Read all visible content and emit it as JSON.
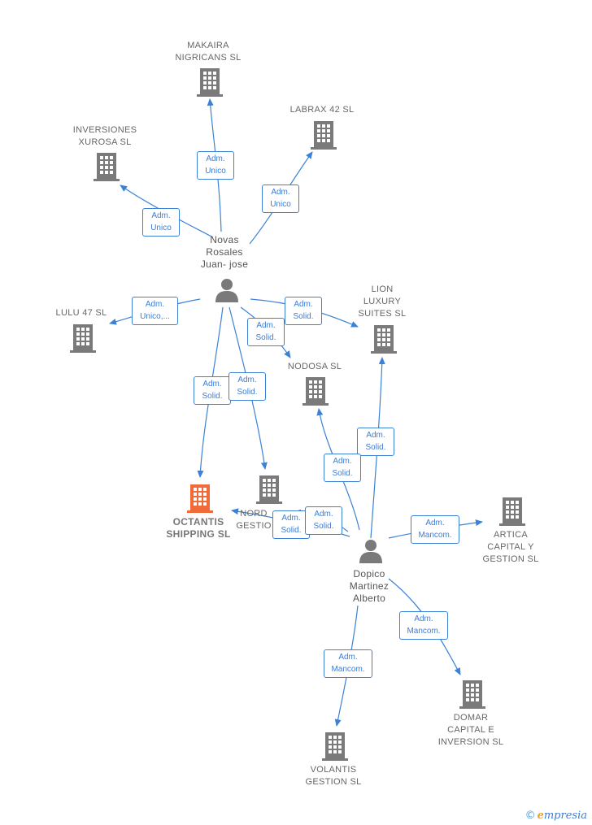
{
  "colors": {
    "edge": "#3b82d6",
    "building": "#7a7a7a",
    "focus": "#f06a3a",
    "person": "#7a7a7a"
  },
  "nodes": {
    "makaira": {
      "label": "MAKAIRA\nNIGRICANS  SL",
      "kind": "company"
    },
    "labrax": {
      "label": "LABRAX 42 SL",
      "kind": "company"
    },
    "inversiones": {
      "label": "INVERSIONES\nXUROSA SL",
      "kind": "company"
    },
    "lulu": {
      "label": "LULU 47  SL",
      "kind": "company"
    },
    "lion": {
      "label": "LION\nLUXURY\nSUITES  SL",
      "kind": "company"
    },
    "nodosa": {
      "label": "NODOSA  SL",
      "kind": "company"
    },
    "octantis": {
      "label": "OCTANTIS\nSHIPPING  SL",
      "kind": "focus"
    },
    "nord": {
      "label": "NORD\nGESTIO",
      "kind": "company"
    },
    "artica": {
      "label": "ARTICA\nCAPITAL Y\nGESTION  SL",
      "kind": "company"
    },
    "domar": {
      "label": "DOMAR\nCAPITAL E\nINVERSION  SL",
      "kind": "company"
    },
    "volantis": {
      "label": "VOLANTIS\nGESTION  SL",
      "kind": "company"
    },
    "novas": {
      "label": "Novas\nRosales\nJuan- jose",
      "kind": "person"
    },
    "dopico": {
      "label": "Dopico\nMartinez\nAlberto",
      "kind": "person"
    }
  },
  "edges": [
    {
      "id": "novas-makaira",
      "label": "Adm.\nUnico"
    },
    {
      "id": "novas-labrax",
      "label": "Adm.\nUnico"
    },
    {
      "id": "novas-inversiones",
      "label": "Adm.\nUnico"
    },
    {
      "id": "novas-lulu",
      "label": "Adm.\nUnico,..."
    },
    {
      "id": "novas-lion",
      "label": "Adm.\nSolid."
    },
    {
      "id": "novas-nodosa",
      "label": "Adm.\nSolid."
    },
    {
      "id": "novas-octantis",
      "label": "Adm.\nSolid."
    },
    {
      "id": "novas-nord",
      "label": "Adm.\nSolid."
    },
    {
      "id": "dopico-lion",
      "label": "Adm.\nSolid."
    },
    {
      "id": "dopico-nodosa",
      "label": "Adm.\nSolid."
    },
    {
      "id": "dopico-octantis",
      "label": "Adm.\nSolid."
    },
    {
      "id": "dopico-nord",
      "label": "Adm.\nSolid."
    },
    {
      "id": "dopico-artica",
      "label": "Adm.\nMancom."
    },
    {
      "id": "dopico-domar",
      "label": "Adm.\nMancom."
    },
    {
      "id": "dopico-volantis",
      "label": "Adm.\nMancom."
    }
  ],
  "brand": {
    "copyright": "©",
    "initial": "e",
    "rest": "mpresia"
  }
}
